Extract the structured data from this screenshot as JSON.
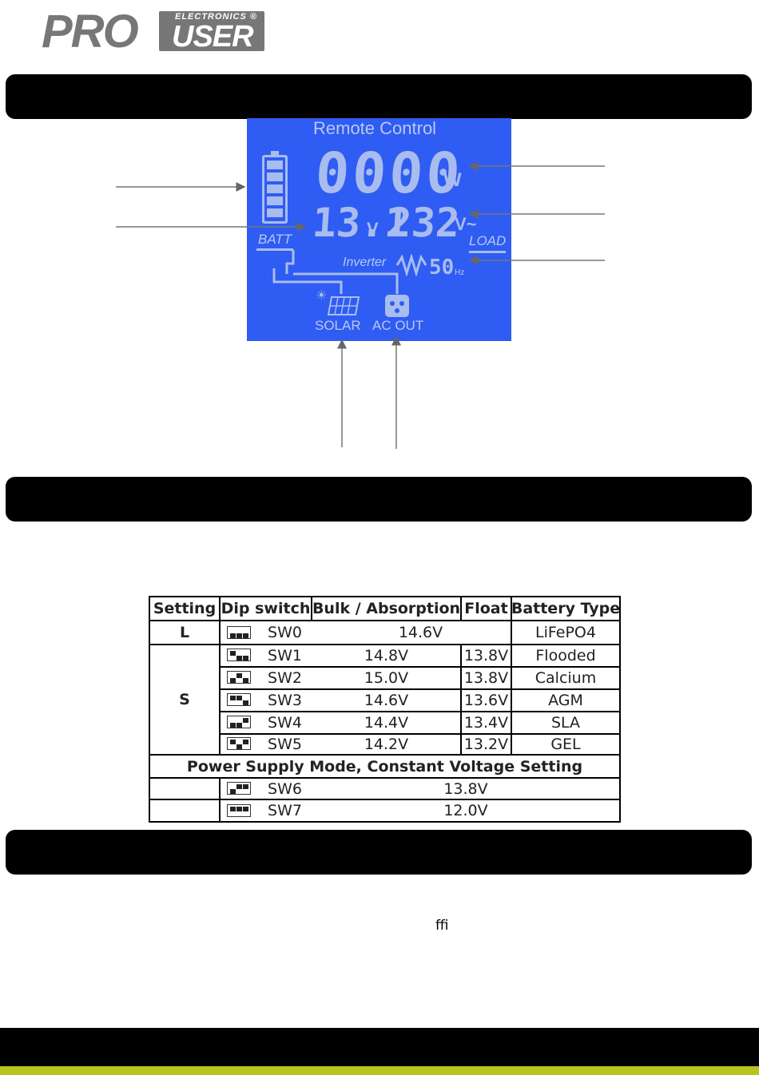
{
  "logo": {
    "pro": "PRO",
    "electronics": "ELECTRONICS ®",
    "user": "USER"
  },
  "lcd": {
    "title": "Remote Control",
    "watts": "0000",
    "watts_unit": "W",
    "battery_voltage": "13.1",
    "battery_unit": "V",
    "output_voltage": "232",
    "output_unit": "V~",
    "batt_label": "BATT",
    "load_label": "LOAD",
    "inverter_label": "Inverter",
    "frequency": "50",
    "frequency_unit": "Hz",
    "solar_label": "SOLAR",
    "ac_out_label": "AC OUT"
  },
  "table": {
    "headers": [
      "Setting",
      "Dip switch",
      "Bulk / Absorption",
      "Float",
      "Battery Type"
    ],
    "row_l": {
      "setting": "L",
      "switch": "SW0",
      "bulk_float": "14.6V",
      "type": "LiFePO4"
    },
    "s_label": "S",
    "rows_s": [
      {
        "switch": "SW1",
        "bulk": "14.8V",
        "float": "13.8V",
        "type": "Flooded"
      },
      {
        "switch": "SW2",
        "bulk": "15.0V",
        "float": "13.8V",
        "type": "Calcium"
      },
      {
        "switch": "SW3",
        "bulk": "14.6V",
        "float": "13.6V",
        "type": "AGM"
      },
      {
        "switch": "SW4",
        "bulk": "14.4V",
        "float": "13.4V",
        "type": "SLA"
      },
      {
        "switch": "SW5",
        "bulk": "14.2V",
        "float": "13.2V",
        "type": "GEL"
      }
    ],
    "psu_heading": "Power Supply Mode, Constant Voltage Setting",
    "rows_psu": [
      {
        "switch": "SW6",
        "voltage": "13.8V"
      },
      {
        "switch": "SW7",
        "voltage": "12.0V"
      }
    ]
  },
  "stray_text": "ﬃ",
  "colors": {
    "lcd_bg": "#2f5cf2",
    "footer_stripe": "#b7c41f"
  }
}
